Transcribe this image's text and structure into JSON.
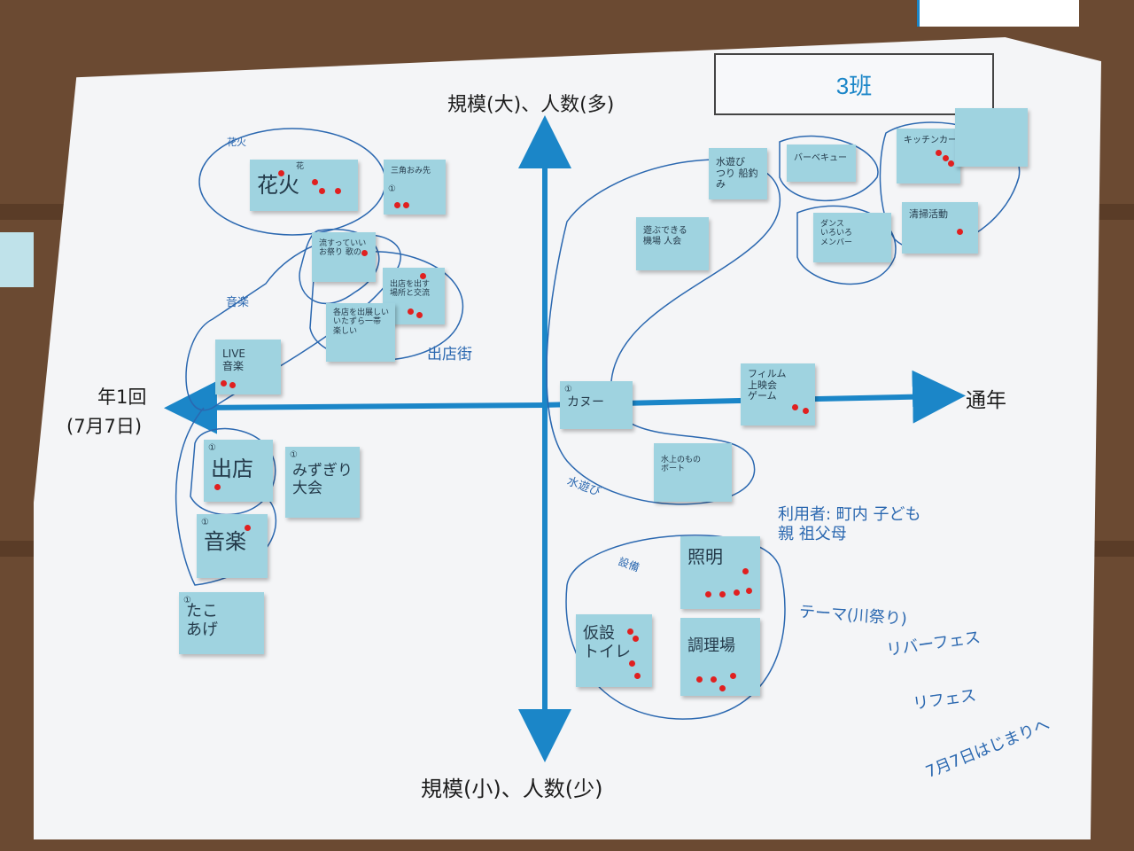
{
  "title": "3班",
  "axes": {
    "top": "規模(大)、人数(多)",
    "bottom": "規模(小)、人数(少)",
    "left_line1": "年1回",
    "left_line2": "(7月7日)",
    "right": "通年"
  },
  "notes": {
    "hanabi": "花火",
    "hanabi_small": "花",
    "hanabi2": "三角おみ先",
    "ongaku_top1": "流すっていい\nお祭り 歌の",
    "ongaku_top2": "出店を出す\n場所と交流",
    "ongaku_top3": "各店を出展しい\nいたずら一帯\n楽しい",
    "live": "LIVE\n音楽",
    "shutten": "出店",
    "mizugiri": "みずぎり\n大会",
    "ongaku": "音楽",
    "tako": "たこ\nあげ",
    "kanu": "カヌー",
    "film": "フィルム\n上映会\nゲーム",
    "mizuasobi": "水遊び\nつり 船釣み",
    "bbq": "バーベキュー",
    "kitchen": "キッチンカー",
    "mid_right": "遊ぶできる\n機場 人会",
    "clean": "清掃活動",
    "dance": "ダンス\nいろいろ\nメンバー",
    "lower_center": "水上のもの\nボート",
    "shomei": "照明",
    "kasetsu": "仮設\nトイレ",
    "chori": "調理場",
    "num_1": "①"
  },
  "handwriting": {
    "ongaku_label": "音楽",
    "shuttengai": "出店街",
    "mizuasobi_label": "水遊び",
    "setsubi": "設備",
    "hanabi_label": "花火",
    "target": "利用者: 町内 子ども\n親 祖父母",
    "theme": "テーマ(川祭り)",
    "river": "リバーフェス",
    "rifes": "リフェス",
    "start": "7月7日はじまりへ"
  },
  "colors": {
    "axis": "#1b86c8",
    "note": "#9fd3e0",
    "ink": "#2b68b0",
    "dot": "#e02020"
  }
}
